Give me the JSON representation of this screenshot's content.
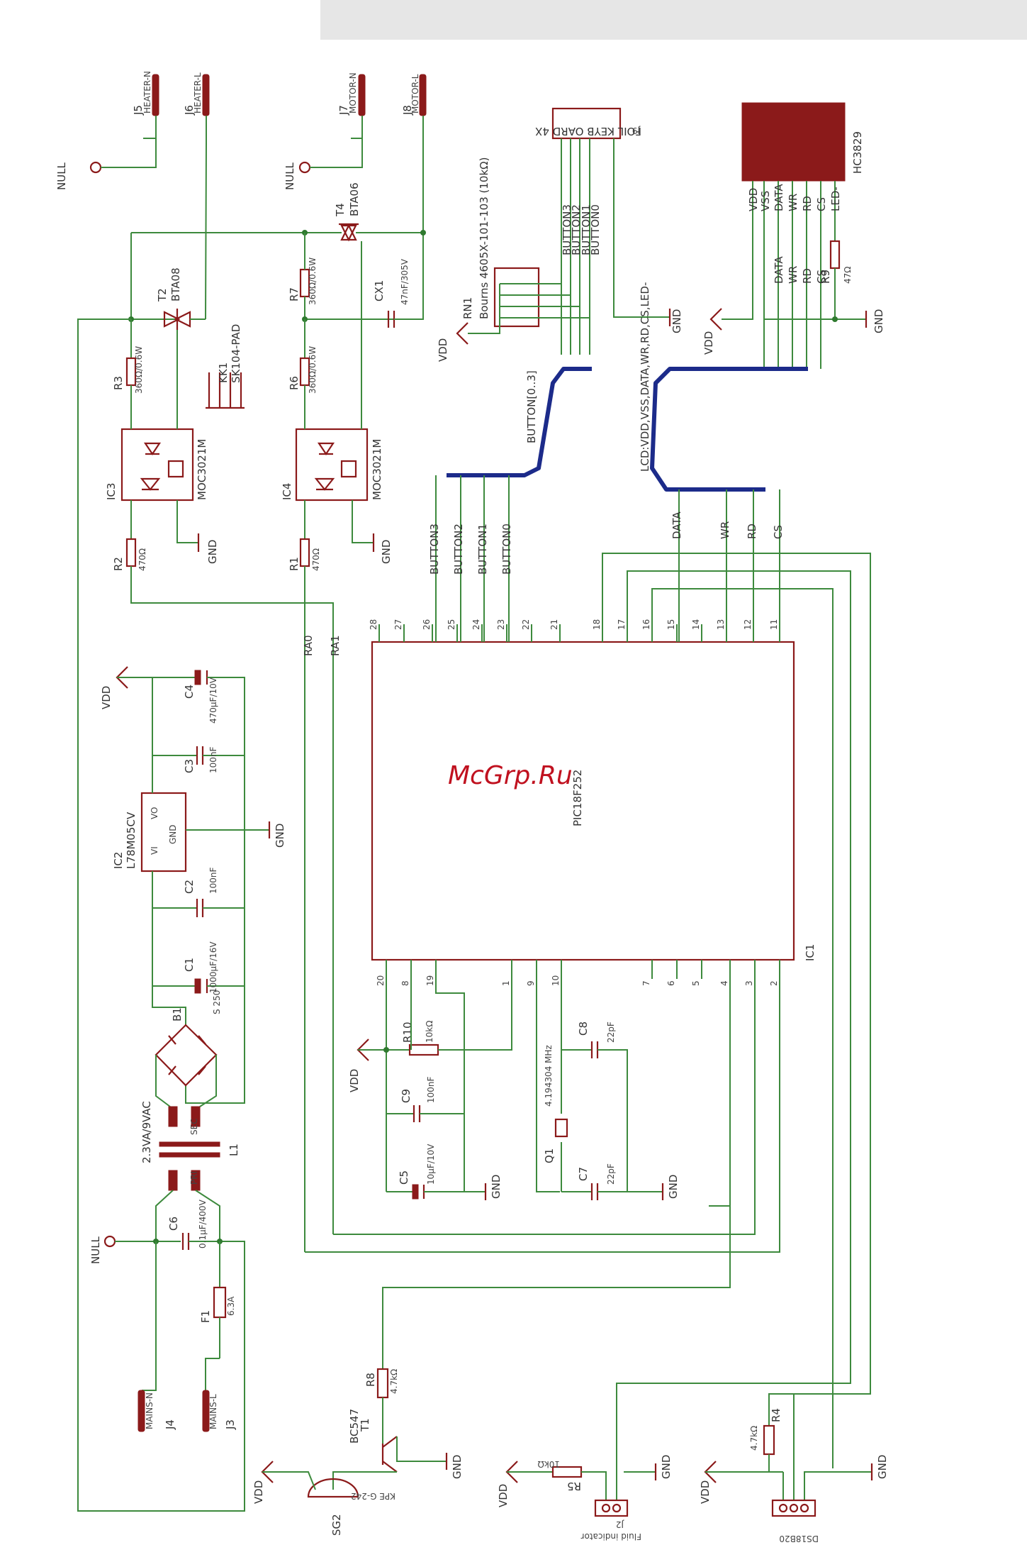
{
  "watermark": "McGrp.Ru",
  "labels": {
    "j5": "J5",
    "j5s": "HEATER-N",
    "j6": "J6",
    "j6s": "HEATER-L",
    "j7": "J7",
    "j7s": "MOTOR-N",
    "j8": "J8",
    "j8s": "MOTOR-L",
    "null1": "NULL",
    "null2": "NULL",
    "null3": "NULL",
    "t2": "T2",
    "t2v": "BTA08",
    "t4": "T4",
    "t4v": "BTA06",
    "r3": "R3",
    "r3v": "360Ω/0.6W",
    "r7": "R7",
    "r7v": "360Ω/0.6W",
    "r6": "R6",
    "r6v": "360Ω/0.6W",
    "cx1": "CX1",
    "cx1v": "47nF/305V",
    "kk1": "KK1",
    "kk1v": "SK104-PAD",
    "ic3": "IC3",
    "ic3v": "MOC3021M",
    "ic4": "IC4",
    "ic4v": "MOC3021M",
    "r2": "R2",
    "r2v": "470Ω",
    "r1": "R1",
    "r1v": "470Ω",
    "gnd": "GND",
    "vdd": "VDD",
    "rn1": "RN1",
    "rn1v": "Bourns 4605X-101-103 (10kΩ)",
    "b3": "BUTTON3",
    "b2": "BUTTON2",
    "b1": "BUTTON1",
    "b0": "BUTTON0",
    "bbus": "BUTTON[0..3]",
    "foil": "FOIL KEYB OARD 4X",
    "foilj": "J9",
    "hc": "HC3829",
    "lcd_vdd": "VDD",
    "lcd_vss": "VSS",
    "lcd_data": "DATA",
    "lcd_wr": "WR",
    "lcd_rd": "RD",
    "lcd_cs": "CS",
    "lcd_led": "LED-",
    "r9": "R9",
    "r9v": "47Ω",
    "lcdbus": "LCD:VDD,VSS,DATA,WR,RD,CS,LED-",
    "ra0": "RA0",
    "ra1": "RA1",
    "mcu": "PIC18F252",
    "ic1": "IC1",
    "c4": "C4",
    "c4v": "470µF/10V",
    "c3": "C3",
    "c3v": "100nF",
    "ic2": "IC2",
    "ic2v": "L78M05CV",
    "vi": "VI",
    "vo": "VO",
    "icgnd": "GND",
    "c2": "C2",
    "c2v": "100nF",
    "c1": "C1",
    "c1v": "1000µF/16V",
    "b1b": "B1",
    "b1v": "S 250",
    "l1v": "2.3VA/9VAC",
    "l1": "L1",
    "sec": "SEC",
    "pri": "PRI",
    "c6": "C6",
    "c6v": "0.1µF/400V",
    "f1": "F1",
    "f1v": "6.3A",
    "j4": "J4",
    "j4s": "MAINS-N",
    "j3": "J3",
    "j3s": "MAINS-L",
    "r10": "R10",
    "r10v": "10kΩ",
    "c9": "C9",
    "c9v": "100nF",
    "c5": "C5",
    "c5v": "10µF/10V",
    "q1": "Q1",
    "q1v": "4.194304 MHz",
    "c8": "C8",
    "c8v": "22pF",
    "c7": "C7",
    "c7v": "22pF",
    "r8": "R8",
    "r8v": "4.7kΩ",
    "t1": "T1",
    "t1v": "BC547",
    "sg": "SG2",
    "sgv": "KPE G-242",
    "r5": "R5",
    "r5v": "10kΩ",
    "j2": "J2",
    "j2s": "Fluid indicator",
    "r4": "R4",
    "r4v": "4.7kΩ",
    "ds": "DS18B20"
  },
  "pins_top": [
    "28",
    "27",
    "26",
    "25",
    "24",
    "23",
    "22",
    "21",
    "18",
    "17",
    "16",
    "15",
    "14",
    "13",
    "12",
    "11"
  ],
  "pins_bottom": [
    "20",
    "8",
    "19",
    "1",
    "9",
    "10",
    "7",
    "6",
    "5",
    "4",
    "3",
    "2"
  ]
}
